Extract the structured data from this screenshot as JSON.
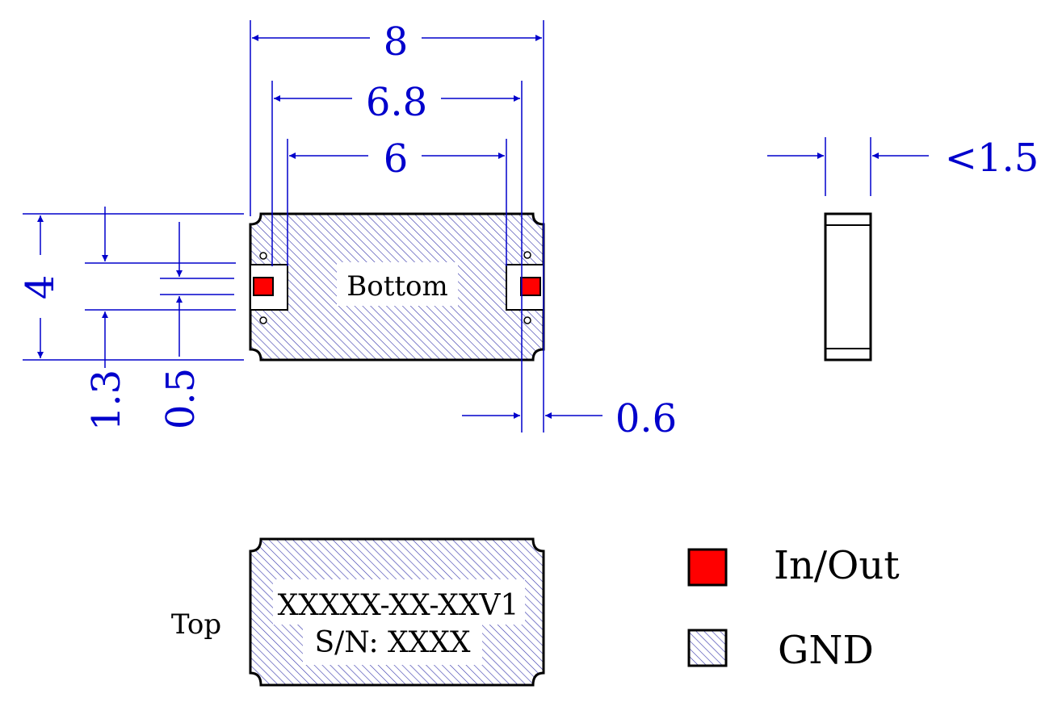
{
  "dimensions": {
    "length": "8",
    "pad_outer": "6.8",
    "pad_inner": "6",
    "height": "<1.5",
    "width": "4",
    "pad_width": "1.3",
    "pad_gap": "0.5",
    "pad_len": "0.6"
  },
  "bottom_view": {
    "label": "Bottom"
  },
  "top_view": {
    "label": "Top",
    "marking_line1": "XXXXX-XX-XXV1",
    "marking_line2": "S/N: XXXX"
  },
  "legend": [
    {
      "label": "In/Out",
      "color": "#ff0000"
    },
    {
      "label": "GND",
      "pattern": "hatch"
    }
  ],
  "colors": {
    "dimension": "#0000cc",
    "pad": "#ff0000",
    "hatch": "#3333aa"
  }
}
